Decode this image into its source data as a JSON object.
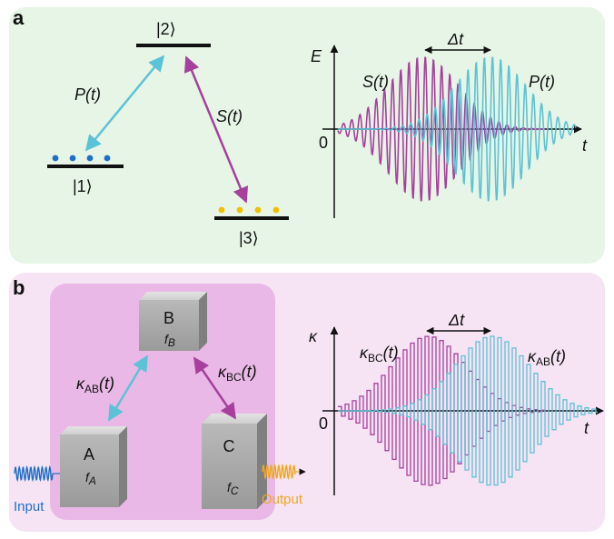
{
  "panel_a": {
    "label": "a",
    "states": {
      "level1": "|1⟩",
      "level2": "|2⟩",
      "level3": "|3⟩"
    },
    "pump_label": "P(t)",
    "stokes_label": "S(t)",
    "plot": {
      "y_axis": "E",
      "origin": "0",
      "x_axis": "t",
      "delay": "Δt",
      "series": [
        {
          "name": "S(t)",
          "color": "#a6409c"
        },
        {
          "name": "P(t)",
          "color": "#5cc2d6"
        }
      ]
    }
  },
  "panel_b": {
    "label": "b",
    "nodes": [
      {
        "name": "A",
        "freq_main": "f",
        "freq_sub": "A"
      },
      {
        "name": "B",
        "freq_main": "f",
        "freq_sub": "B"
      },
      {
        "name": "C",
        "freq_main": "f",
        "freq_sub": "C"
      }
    ],
    "coupling_ab": {
      "main": "κ",
      "sub": "AB",
      "tail": "(t)"
    },
    "coupling_bc": {
      "main": "κ",
      "sub": "BC",
      "tail": "(t)"
    },
    "input_label": "Input",
    "output_label": "Output",
    "plot": {
      "y_axis": "κ",
      "origin": "0",
      "x_axis": "t",
      "delay": "Δt",
      "series": [
        {
          "name_main": "κ",
          "name_sub": "BC",
          "name_tail": "(t)",
          "color": "#a6409c"
        },
        {
          "name_main": "κ",
          "name_sub": "AB",
          "name_tail": "(t)",
          "color": "#5cc2d6"
        }
      ]
    }
  },
  "colors": {
    "panel_a_bg": "#e6f5e6",
    "panel_b_bg": "#f6e3f4",
    "inner_box": "#e9b8e6",
    "magenta": "#a6409c",
    "cyan": "#5cc2d6",
    "blue_dots": "#1f6fc6",
    "yellow_dots": "#f0c000",
    "input": "#1f6fc6",
    "output": "#f0a820"
  }
}
